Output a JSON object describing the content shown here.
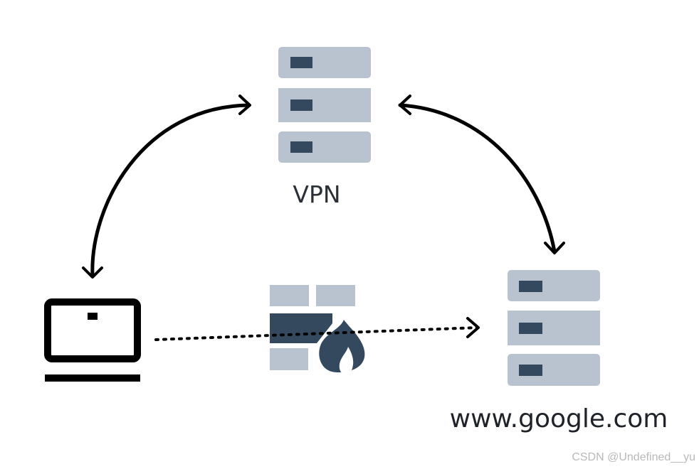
{
  "labels": {
    "vpn": "VPN",
    "destination": "www.google.com"
  },
  "watermark": "CSDN @Undefined__yu",
  "icons": {
    "vpn_server": "server-icon",
    "destination_server": "server-icon",
    "client": "laptop-icon",
    "firewall": "firewall-icon"
  },
  "colors": {
    "server_panel": "#b8c3cf",
    "server_led": "#34495e",
    "firewall_brick": "#b8c3cf",
    "firewall_dark": "#34495e",
    "arrows": "#000000"
  }
}
